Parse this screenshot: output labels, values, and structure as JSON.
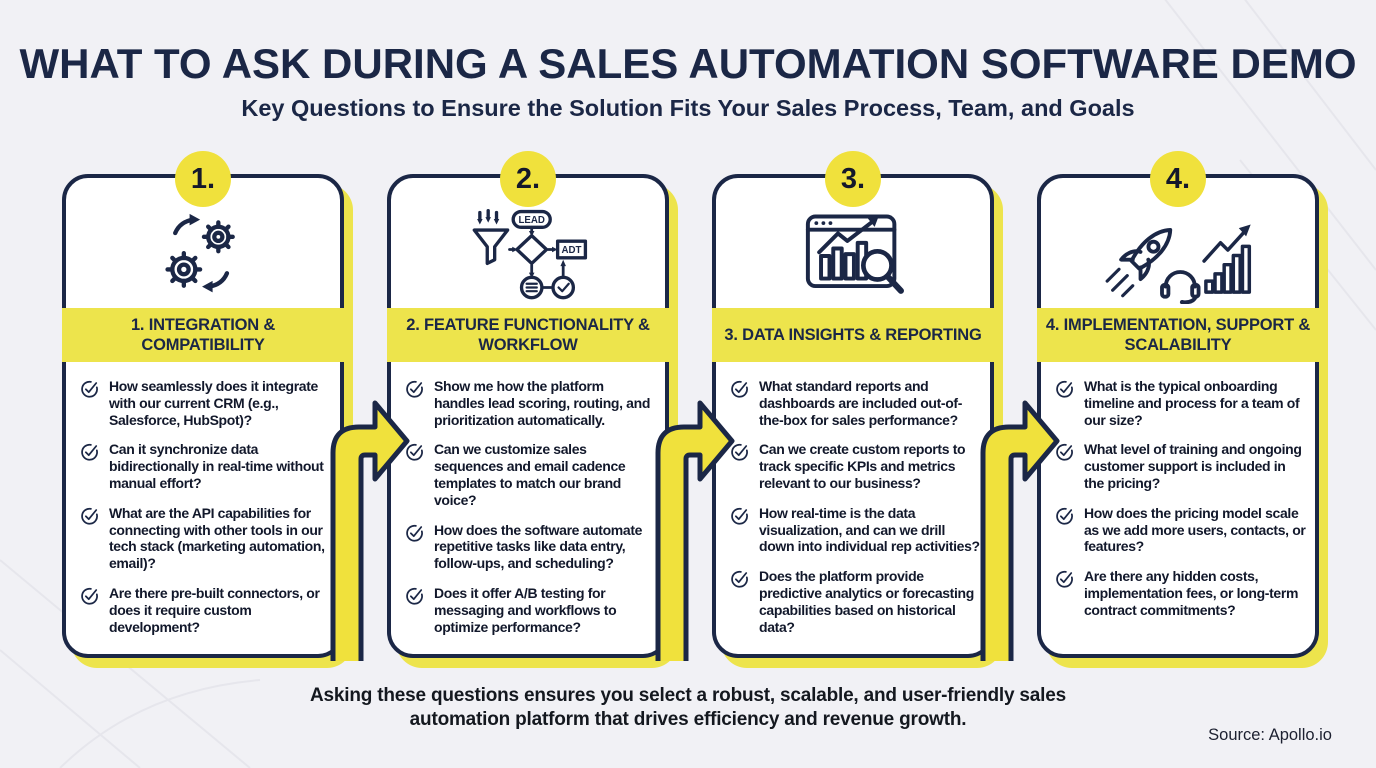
{
  "header": {
    "title": "WHAT TO ASK DURING A SALES AUTOMATION SOFTWARE DEMO",
    "subtitle": "Key Questions to Ensure the Solution Fits Your Sales Process, Team, and Goals"
  },
  "colors": {
    "yellow": "#F0E13C",
    "yellow_band": "#EDE44C",
    "navy": "#1B2746",
    "background": "#F1F1F5",
    "text_dark": "#12182B"
  },
  "icon_labels": {
    "lead": "LEAD",
    "adt": "ADT"
  },
  "cards": [
    {
      "number": "1.",
      "icon": "gears-sync-icon",
      "title": "1. INTEGRATION & COMPATIBILITY",
      "items": [
        "How seamlessly does it integrate with our current CRM (e.g., Salesforce, HubSpot)?",
        "Can it synchronize data bidirectionally in real-time without manual effort?",
        "What are the API capabilities for connecting with other tools in our tech stack (marketing automation, email)?",
        "Are there pre-built connectors, or does it require custom development?"
      ]
    },
    {
      "number": "2.",
      "icon": "workflow-funnel-icon",
      "title": "2. FEATURE FUNCTIONALITY & WORKFLOW",
      "items": [
        "Show me how the platform handles lead scoring, routing, and prioritization automatically.",
        "Can we customize sales sequences and email cadence templates to match our brand voice?",
        "How does the software automate repetitive tasks like data entry, follow-ups, and scheduling?",
        "Does it offer A/B testing for messaging and workflows to optimize performance?"
      ]
    },
    {
      "number": "3.",
      "icon": "analytics-report-icon",
      "title": "3. DATA INSIGHTS & REPORTING",
      "items": [
        "What standard reports and dashboards are included out-of-the-box for sales performance?",
        "Can we create custom reports to track specific KPIs and metrics relevant to our business?",
        "How real-time is the data visualization, and can we drill down into individual rep activities?",
        "Does the platform provide predictive analytics or forecasting capabilities based on historical data?"
      ]
    },
    {
      "number": "4.",
      "icon": "rocket-support-growth-icon",
      "title": "4. IMPLEMENTATION, SUPPORT & SCALABILITY",
      "items": [
        "What is the typical onboarding timeline and process for a team of our size?",
        "What level of training and ongoing customer support is included in the pricing?",
        "How does the pricing model scale as we add more users, contacts, or features?",
        "Are there any hidden costs, implementation fees, or long-term contract commitments?"
      ]
    }
  ],
  "footer": {
    "note": "Asking these questions ensures you select a robust, scalable, and user-friendly sales automation platform that drives efficiency and revenue growth.",
    "source": "Source: Apollo.io"
  }
}
